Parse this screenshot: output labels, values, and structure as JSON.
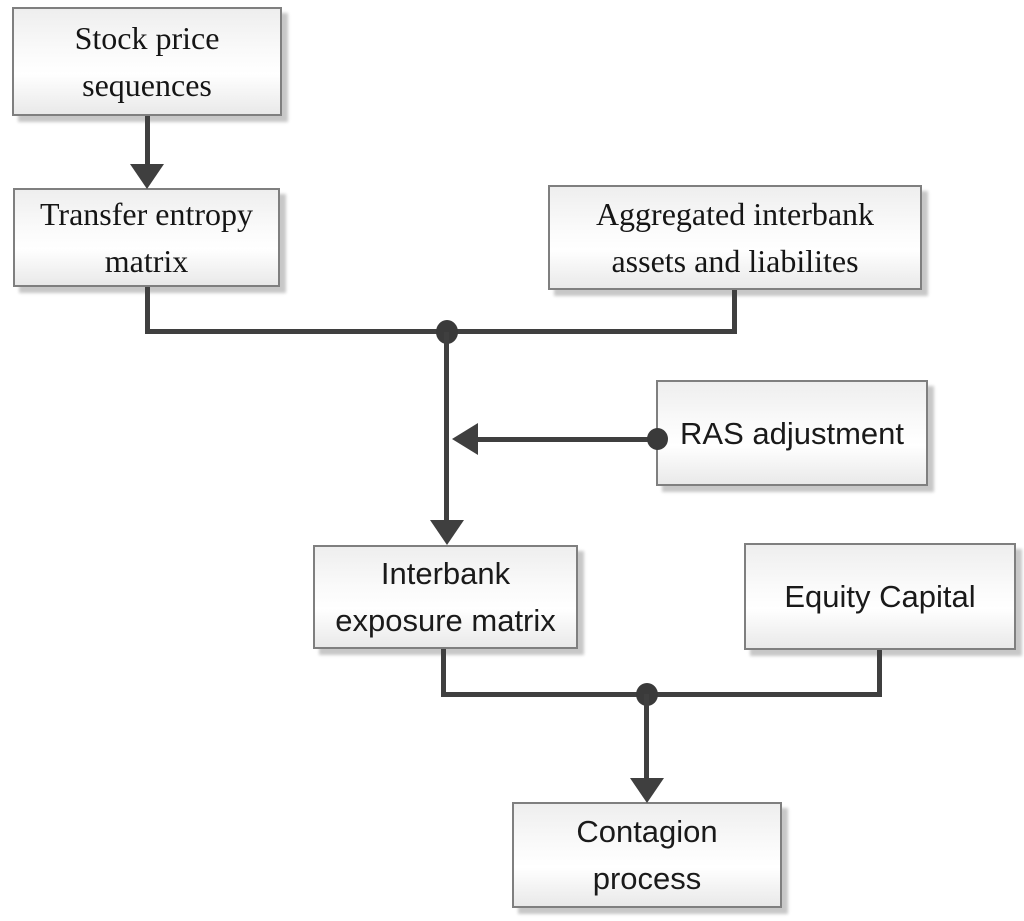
{
  "diagram": {
    "type": "flowchart",
    "nodes": {
      "stock_price": {
        "lines": [
          "Stock price",
          "sequences"
        ],
        "font": "serif"
      },
      "transfer_entropy": {
        "lines": [
          "Transfer entropy",
          "matrix"
        ],
        "font": "serif"
      },
      "aggregated": {
        "lines": [
          "Aggregated interbank",
          "assets and liabilites"
        ],
        "font": "serif"
      },
      "ras": {
        "lines": [
          "RAS adjustment"
        ],
        "font": "sans"
      },
      "interbank_exposure": {
        "lines": [
          "Interbank",
          "exposure matrix"
        ],
        "font": "sans"
      },
      "equity_capital": {
        "lines": [
          "Equity Capital"
        ],
        "font": "sans"
      },
      "contagion": {
        "lines": [
          "Contagion",
          "process"
        ],
        "font": "sans"
      }
    },
    "edges": [
      {
        "from": "stock_price",
        "to": "transfer_entropy",
        "style": "arrow"
      },
      {
        "from": "transfer_entropy",
        "to": "junction_1",
        "style": "line"
      },
      {
        "from": "aggregated",
        "to": "junction_1",
        "style": "line"
      },
      {
        "from": "junction_1",
        "to": "interbank_exposure",
        "style": "arrow"
      },
      {
        "from": "ras",
        "to": "junction_1_interbank_arrow",
        "style": "arrow-with-dot"
      },
      {
        "from": "interbank_exposure",
        "to": "junction_2",
        "style": "line"
      },
      {
        "from": "equity_capital",
        "to": "junction_2",
        "style": "line"
      },
      {
        "from": "junction_2",
        "to": "contagion",
        "style": "arrow"
      }
    ],
    "colors": {
      "background": "#ffffff",
      "connector": "#3f3f3f",
      "junction_dot": "#3a3a3a",
      "box_border": "#7f7f7f",
      "box_fill_top": "#eeeeee",
      "box_fill_bottom": "#e9e9e9",
      "text": "#1a1a1a"
    }
  }
}
